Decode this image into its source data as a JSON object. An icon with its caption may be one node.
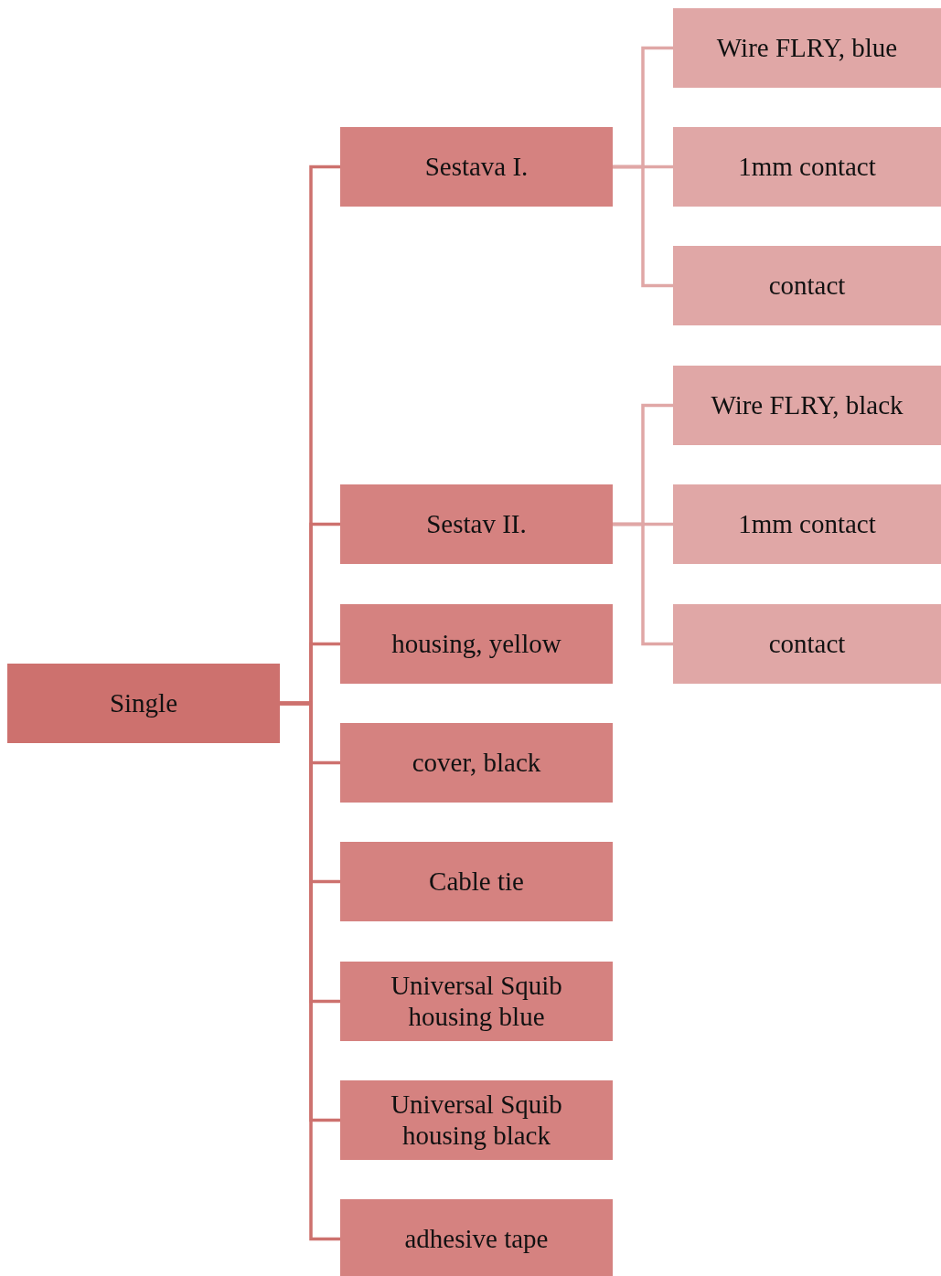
{
  "diagram": {
    "nodes": [
      {
        "text": [
          "Single"
        ]
      },
      {
        "text": [
          "Sestava I."
        ]
      },
      {
        "text": [
          "Wire FLRY, blue"
        ]
      },
      {
        "text": [
          "1mm contact"
        ]
      },
      {
        "text": [
          "contact"
        ]
      },
      {
        "text": [
          "Sestav II."
        ]
      },
      {
        "text": [
          "Wire FLRY, black"
        ]
      },
      {
        "text": [
          "1mm contact"
        ]
      },
      {
        "text": [
          "contact"
        ]
      },
      {
        "text": [
          "housing, yellow"
        ]
      },
      {
        "text": [
          "cover, black"
        ]
      },
      {
        "text": [
          "Cable tie"
        ]
      },
      {
        "text": [
          "Universal Squib housing blue"
        ]
      },
      {
        "text": [
          "Universal Squib housing black"
        ]
      },
      {
        "text": [
          "adhesive tape"
        ]
      }
    ],
    "edges": [
      {
        "from": 0,
        "to": 1,
        "arrow": "none"
      },
      {
        "from": 0,
        "to": 5,
        "arrow": "none"
      },
      {
        "from": 0,
        "to": 9,
        "arrow": "none"
      },
      {
        "from": 0,
        "to": 10,
        "arrow": "none"
      },
      {
        "from": 0,
        "to": 11,
        "arrow": "none"
      },
      {
        "from": 0,
        "to": 12,
        "arrow": "none"
      },
      {
        "from": 0,
        "to": 13,
        "arrow": "none"
      },
      {
        "from": 0,
        "to": 14,
        "arrow": "none"
      },
      {
        "from": 1,
        "to": 2,
        "arrow": "none",
        "color": "#e0a7a6"
      },
      {
        "from": 1,
        "to": 3,
        "arrow": "none",
        "color": "#e0a7a6"
      },
      {
        "from": 1,
        "to": 4,
        "arrow": "none",
        "color": "#e0a7a6"
      },
      {
        "from": 5,
        "to": 6,
        "arrow": "none",
        "color": "#e0a7a6"
      },
      {
        "from": 5,
        "to": 7,
        "arrow": "none",
        "color": "#e0a7a6"
      },
      {
        "from": 5,
        "to": 8,
        "arrow": "none",
        "color": "#e0a7a6"
      }
    ]
  }
}
